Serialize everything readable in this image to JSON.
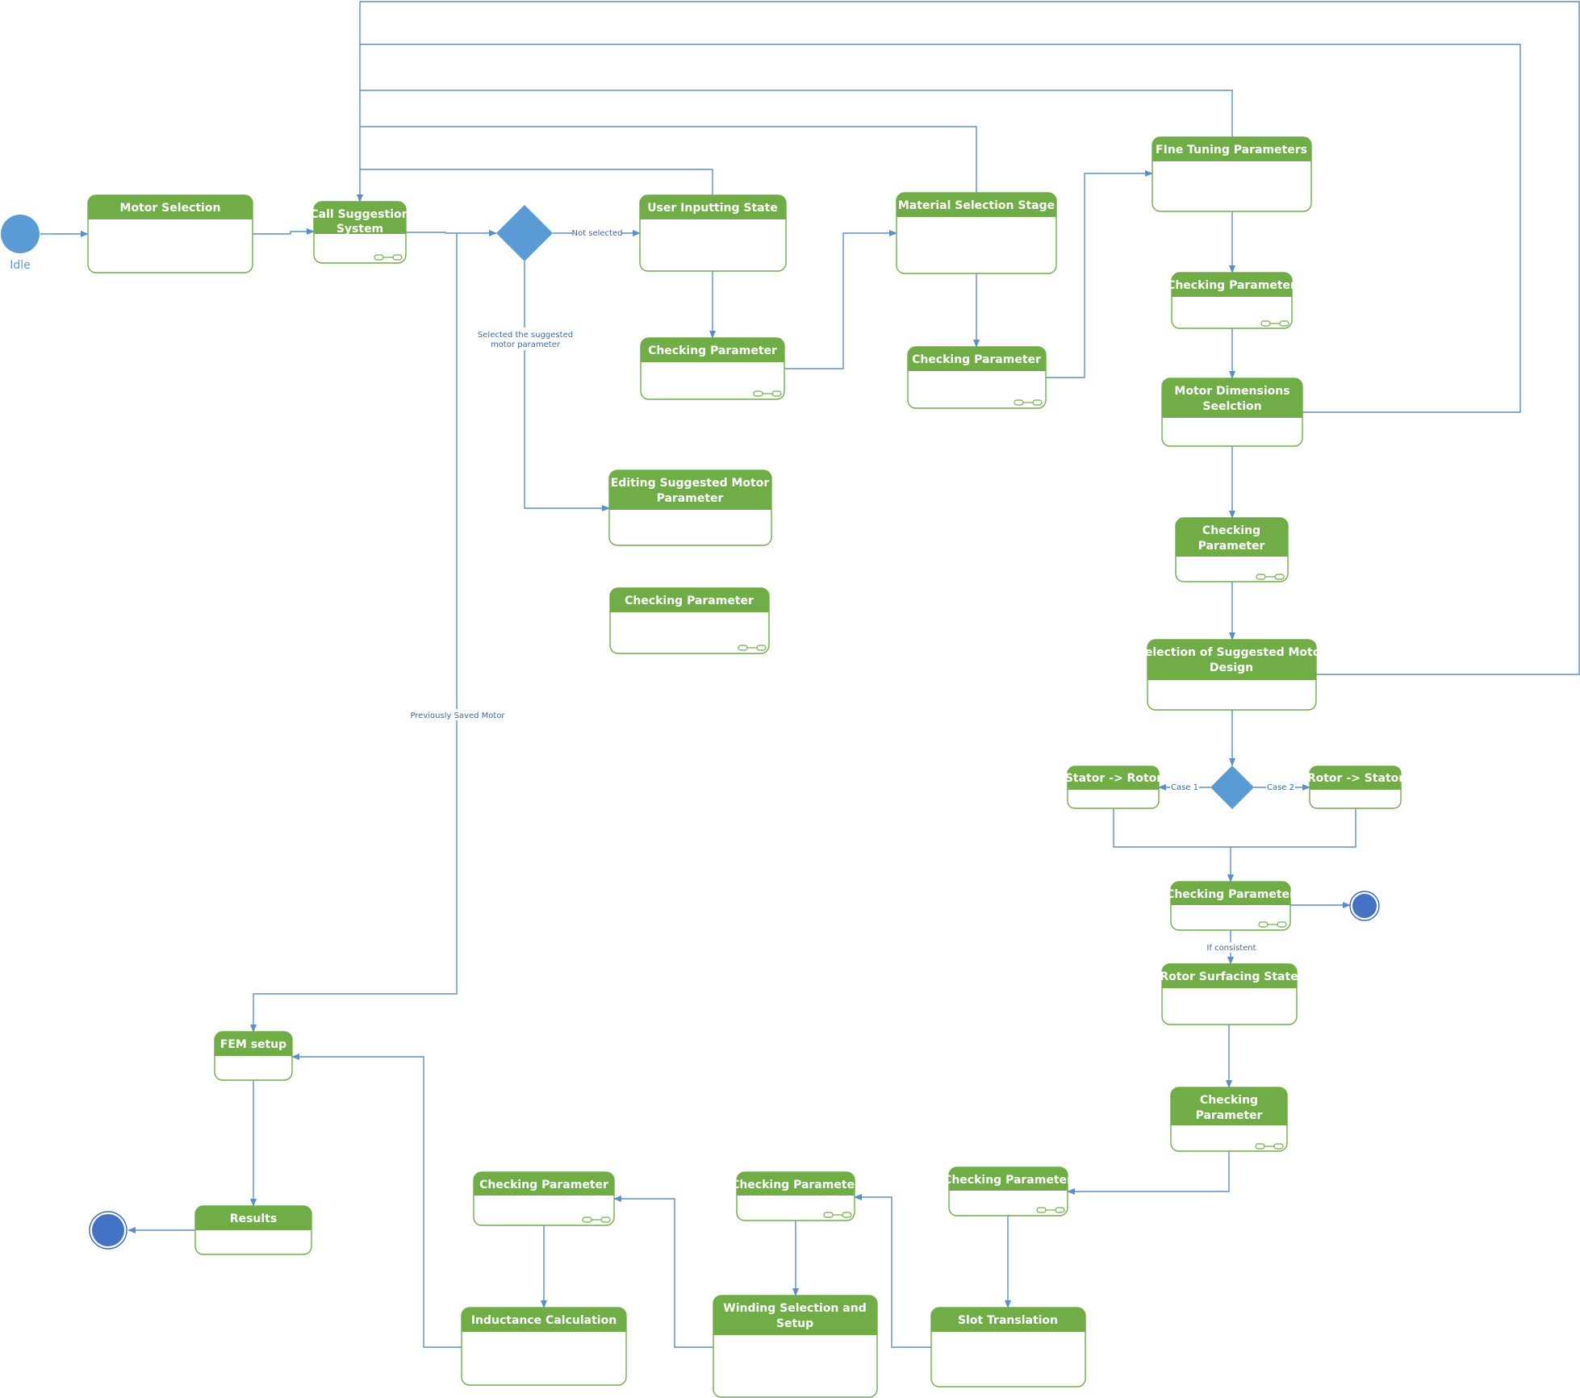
{
  "initial": {
    "label": "Idle"
  },
  "states": {
    "motor_selection": "Motor Selection",
    "call_suggestion": [
      "Call Suggestion",
      "System"
    ],
    "user_inputting": "User Inputting State",
    "check_1": "Checking Parameter",
    "editing_suggested": [
      "Editing Suggested Motor",
      "Parameter"
    ],
    "check_2": "Checking Parameter",
    "material_selection": "Material Selection Stage",
    "check_3": "Checking Parameter",
    "fine_tuning": "FIne Tuning Parameters",
    "check_4": "Checking Parameter",
    "motor_dimensions": [
      "Motor Dimensions",
      "Seelction"
    ],
    "check_5": [
      "Checking",
      "Parameter"
    ],
    "selection_suggested_design": [
      "Selection of Suggested Motor",
      "Design"
    ],
    "stator_rotor": "Stator -> Rotor",
    "rotor_stator": "Rotor -> Stator",
    "check_6": "Checking Parameter",
    "rotor_surfacing": "Rotor Surfacing State",
    "check_7": [
      "Checking",
      "Parameter"
    ],
    "check_8": "Checking Parameter",
    "slot_translation": "Slot Translation",
    "check_9": "Checking Parameter",
    "winding_selection": [
      "Winding Selection and",
      "Setup"
    ],
    "check_10": "Checking Parameter",
    "inductance_calc": "Inductance Calculation",
    "fem_setup": "FEM setup",
    "results": "Results"
  },
  "edge_labels": {
    "not_selected": "Not selected",
    "selected_suggested": [
      "Selected the suggested",
      "motor parameter"
    ],
    "previously_saved": "Previously Saved Motor",
    "case_1": "Case 1",
    "case_2": "Case 2",
    "if_consistent": "If consistent"
  },
  "colors": {
    "state_header": "#70ad47",
    "connector": "#5b8fc9",
    "decision": "#5b9bd5",
    "final_node": "#4472c4"
  }
}
